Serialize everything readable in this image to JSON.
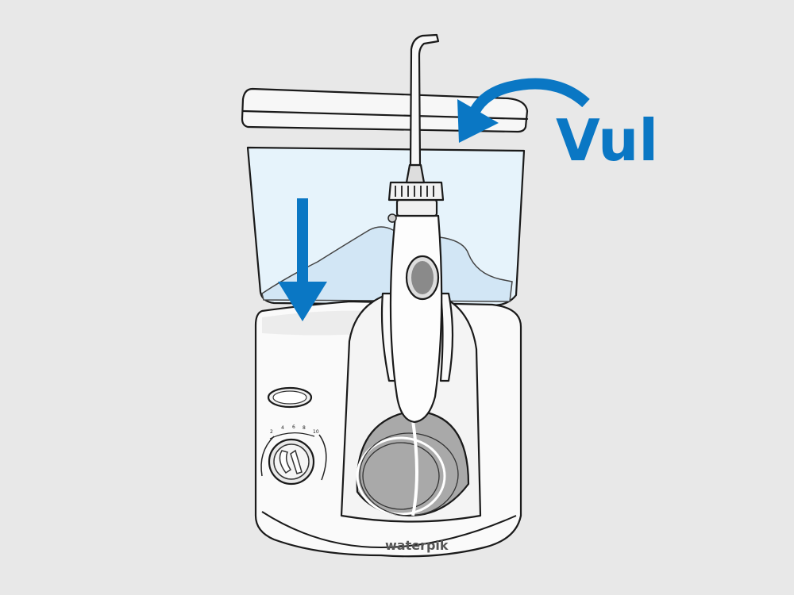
{
  "instruction_label": "Vul",
  "brand_logo": "waterpik",
  "dial": {
    "scale_labels": [
      "2",
      "4",
      "6",
      "8",
      "10"
    ]
  },
  "colors": {
    "background": "#e8e8e8",
    "arrow": "#0a77c4",
    "reservoir": "#e6f3fb",
    "water": "#d2e6f5"
  }
}
